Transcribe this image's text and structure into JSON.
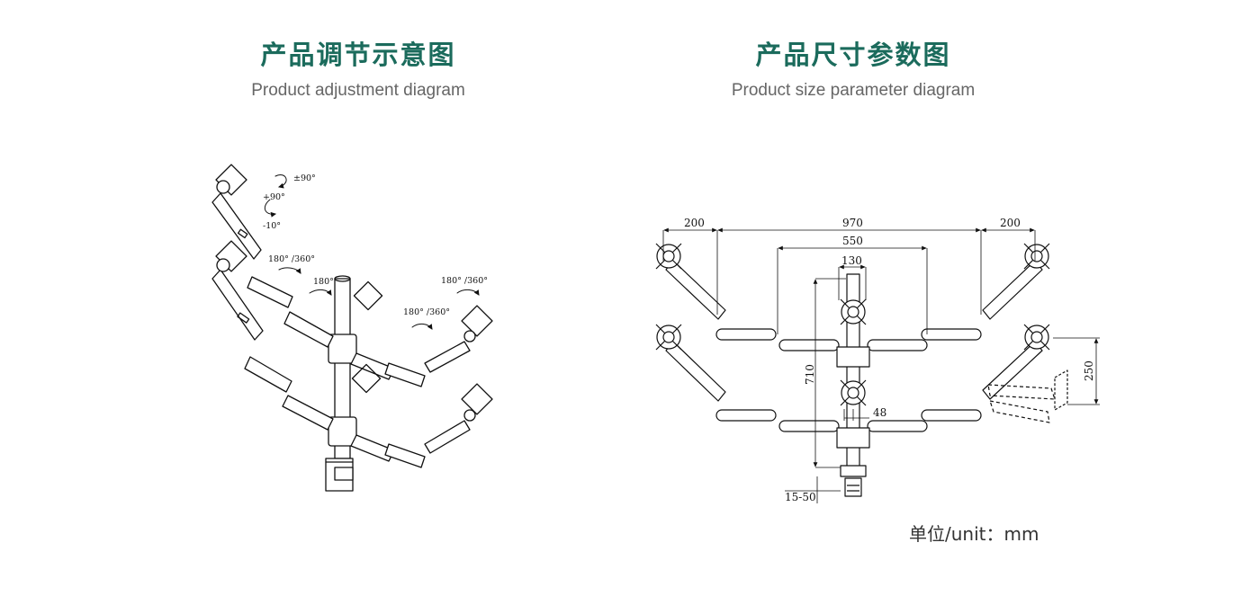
{
  "left_section": {
    "title": "产品调节示意图",
    "subtitle": "Product adjustment diagram",
    "angle_labels": [
      "±90°",
      "+90°",
      "-10°",
      "180° /360°",
      "180°",
      "180° /360°",
      "180° /360°"
    ]
  },
  "right_section": {
    "title": "产品尺寸参数图",
    "subtitle": "Product size parameter diagram",
    "dimension_labels": [
      "200",
      "970",
      "200",
      "550",
      "130",
      "710",
      "48",
      "15-50",
      "250"
    ]
  },
  "unit_label": "单位/unit：mm",
  "colors": {
    "title": "#1b6b5c",
    "subtitle": "#666666",
    "line": "#111111"
  }
}
